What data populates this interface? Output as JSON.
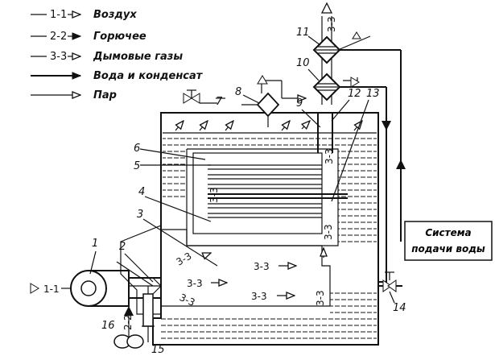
{
  "legend": [
    {
      "code": "1-1",
      "label": "Воздух"
    },
    {
      "code": "2-2",
      "label": "Горючее"
    },
    {
      "code": "3-3",
      "label": "Дымовые газы"
    },
    {
      "code": "",
      "label": "Вода и конденсат"
    },
    {
      "code": "",
      "label": "Пар"
    }
  ],
  "callouts": {
    "n1": "1",
    "n2": "2",
    "n3": "3",
    "n4": "4",
    "n5": "5",
    "n6": "6",
    "n7": "7",
    "n8": "8",
    "n9": "9",
    "n10": "10",
    "n11": "11",
    "n12": "12",
    "n13": "13",
    "n14": "14",
    "n15": "15",
    "n16": "16"
  },
  "flow_labels": {
    "air": "1-1",
    "fuel": "2-2",
    "gas": "3-3"
  },
  "system_box": {
    "line1": "Система",
    "line2": "подачи воды"
  },
  "colors": {
    "ink": "#111111",
    "water": "#ffffff",
    "background": "#ffffff"
  }
}
